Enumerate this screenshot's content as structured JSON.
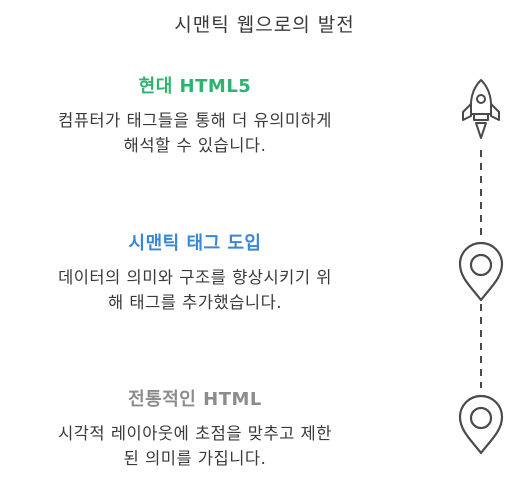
{
  "title": "시맨틱 웹으로의 발전",
  "colors": {
    "modern": "#2db36f",
    "semantic": "#3a86d6",
    "traditional": "#8c8c8c",
    "icon_stroke": "#4a4a4a"
  },
  "stages": [
    {
      "heading": "현대 HTML5",
      "description_lines": [
        "컴퓨터가 태그들을 통해 더 유의미하게",
        "해석할 수 있습니다."
      ],
      "icon": "rocket-icon"
    },
    {
      "heading": "시맨틱 태그 도입",
      "description_lines": [
        "데이터의 의미와 구조를 향상시키기 위",
        "해 태그를 추가했습니다."
      ],
      "icon": "map-pin-icon"
    },
    {
      "heading": "전통적인 HTML",
      "description_lines": [
        "시각적 레이아웃에 초점을 맞추고 제한",
        "된 의미를 가집니다."
      ],
      "icon": "map-pin-icon"
    }
  ]
}
